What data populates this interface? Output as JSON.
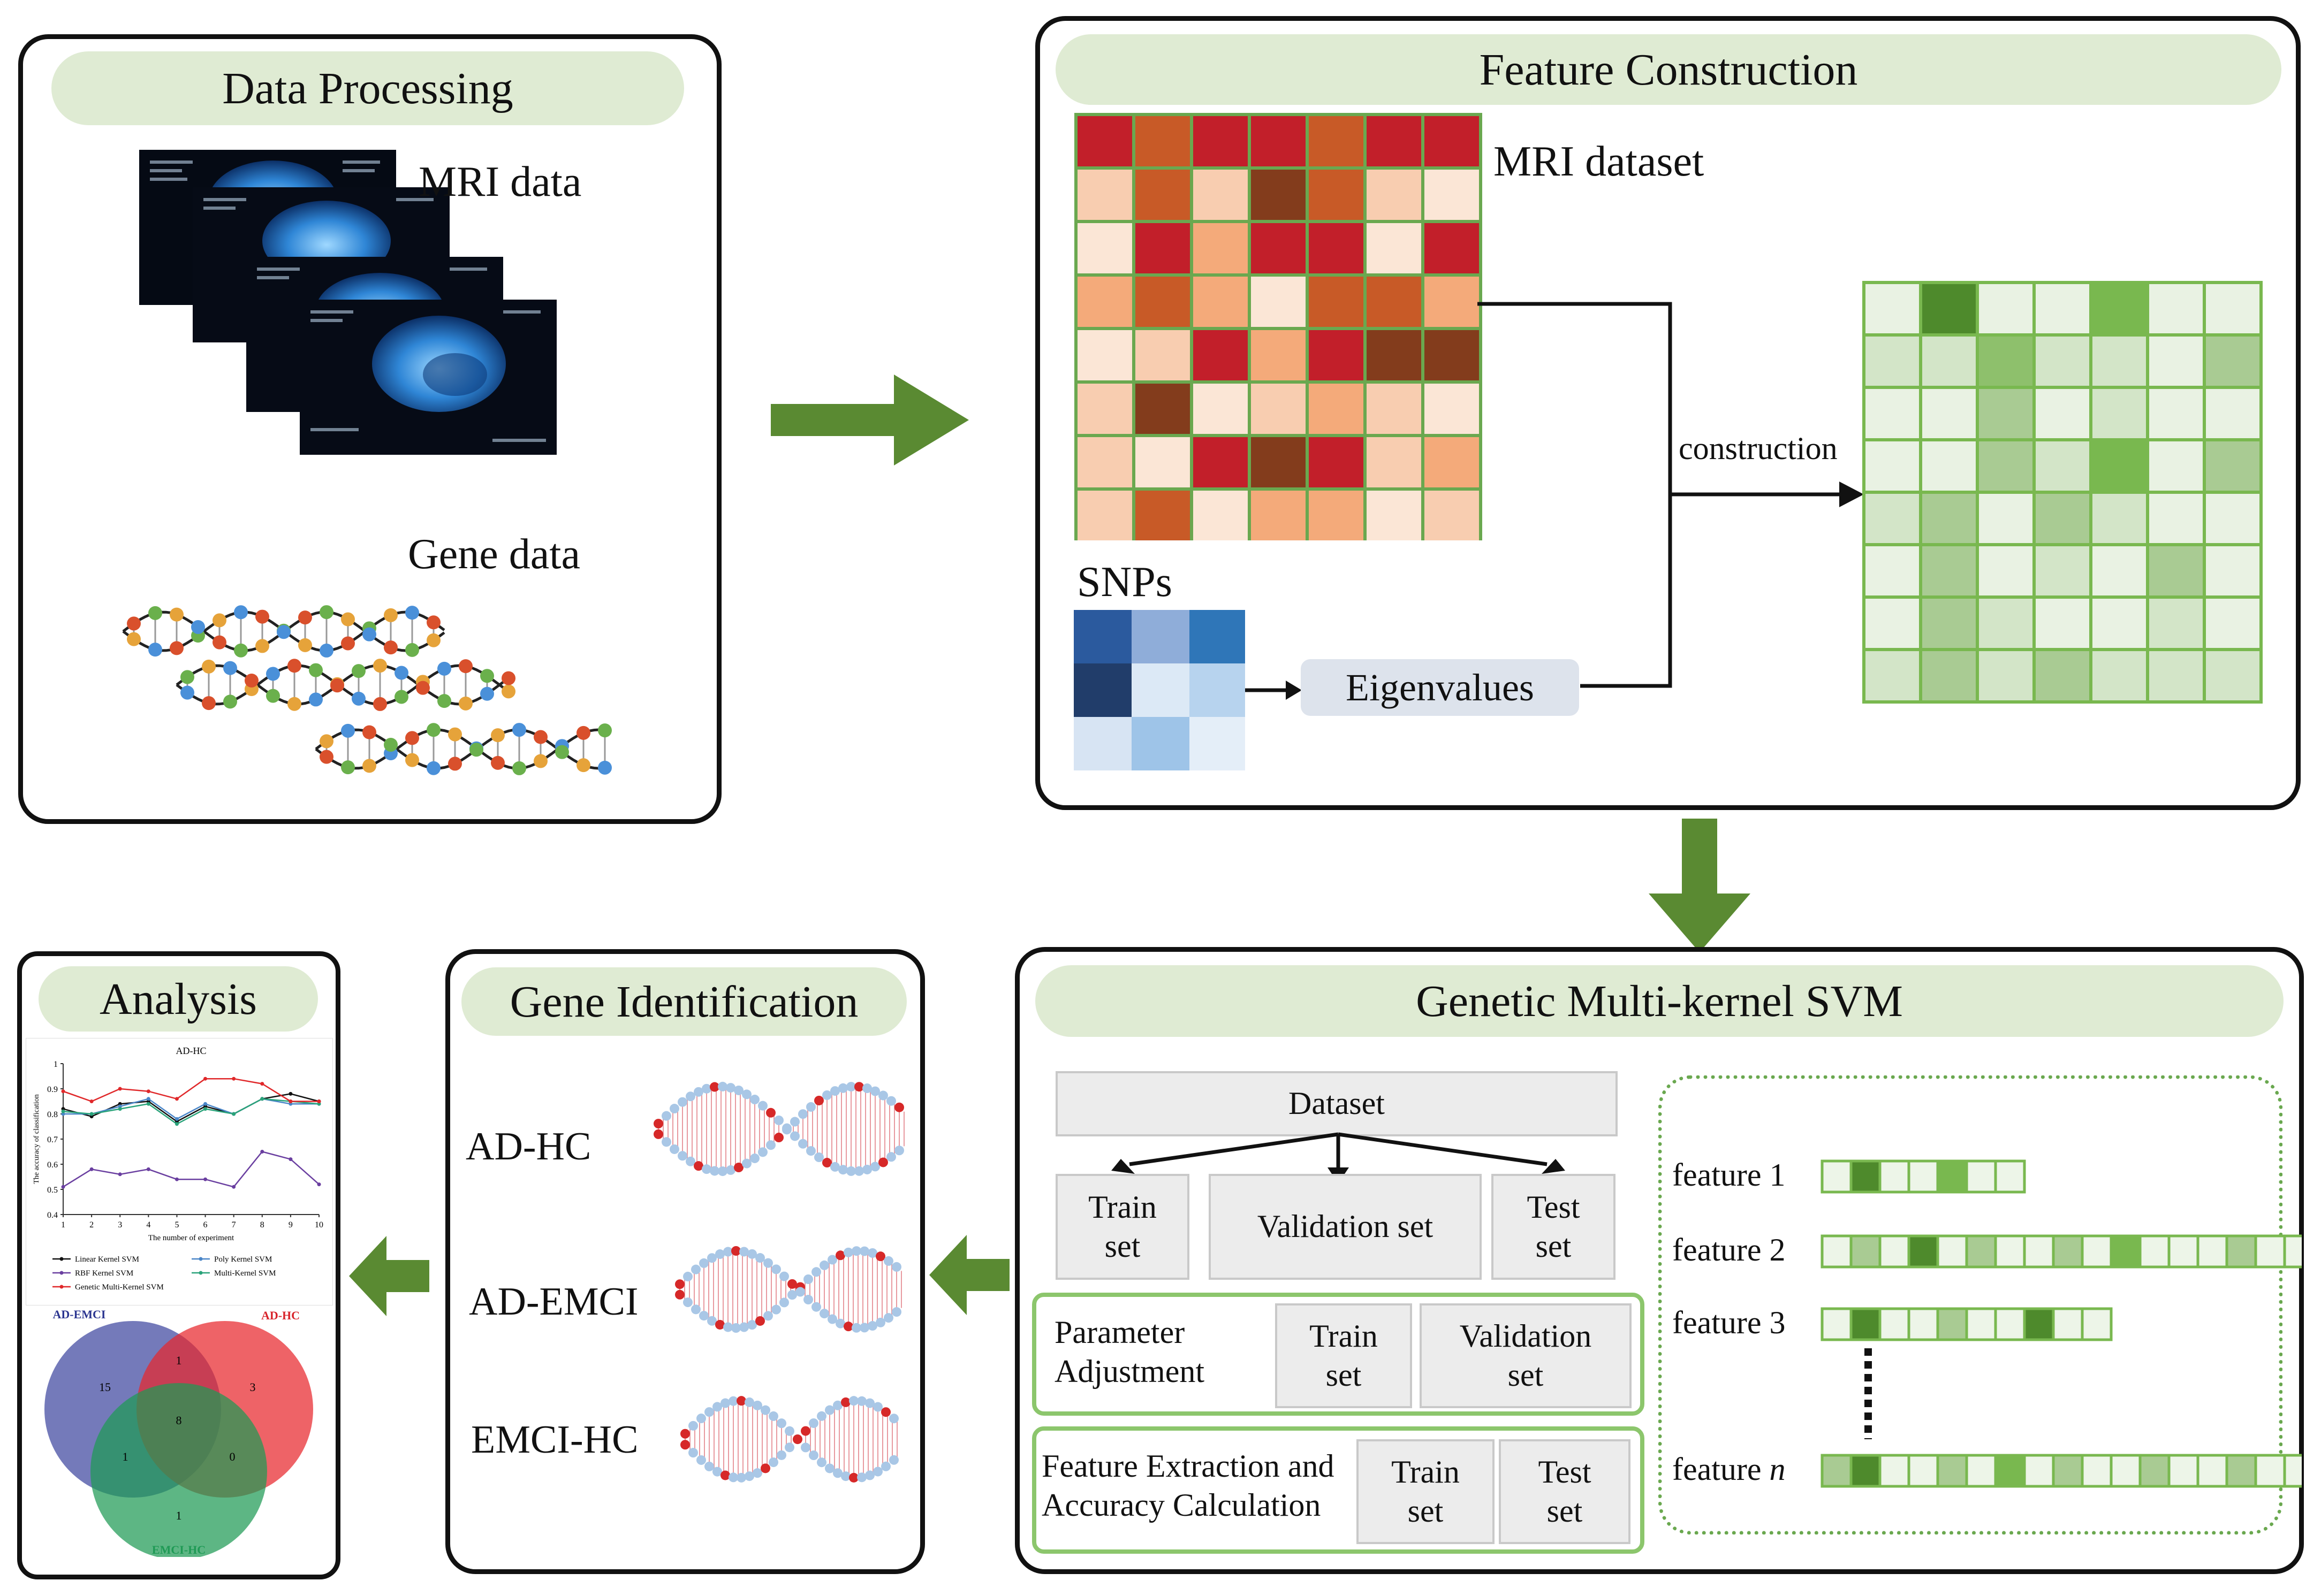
{
  "data_processing": {
    "title": "Data Processing",
    "mri_label": "MRI data",
    "gene_label": "Gene data"
  },
  "feature_construction": {
    "title": "Feature Construction",
    "mri_dataset_label": "MRI dataset",
    "snps_label": "SNPs",
    "eigenvalues_label": "Eigenvalues",
    "construction_label": "construction"
  },
  "svm": {
    "title": "Genetic Multi-kernel SVM",
    "dataset_label": "Dataset",
    "train_set": "Train\nset",
    "validation_set": "Validation set",
    "test_set": "Test\nset",
    "parameter_adjustment": "Parameter\nAdjustment",
    "pa_train": "Train\nset",
    "pa_validation": "Validation\nset",
    "feature_extraction": "Feature Extraction and\nAccuracy Calculation",
    "fe_train": "Train\nset",
    "fe_test": "Test\nset",
    "features": [
      {
        "prefix": "feature",
        "index": "1"
      },
      {
        "prefix": "feature",
        "index": "2"
      },
      {
        "prefix": "feature",
        "index": "3"
      },
      {
        "prefix": "feature",
        "index": "n"
      }
    ]
  },
  "gene_identification": {
    "title": "Gene Identification",
    "labels": [
      "AD-HC",
      "AD-EMCI",
      "EMCI-HC"
    ]
  },
  "analysis": {
    "title": "Analysis",
    "chart_title": "AD-HC",
    "ylabel": "The accuracy of classification",
    "xlabel": "The number of experiment",
    "legend": [
      "Linear Kernel SVM",
      "Poly Kernel SVM",
      "RBF Kernel SVM",
      "Multi-Kernel SVM",
      "Genetic Multi-Kernel SVM"
    ],
    "venn": {
      "left_label": "AD-EMCI",
      "right_label": "AD-HC",
      "bottom_label": "EMCI-HC",
      "regions": [
        "15",
        "1",
        "3",
        "1",
        "8",
        "0",
        "1"
      ]
    }
  },
  "colors": {
    "accent_green": "#5a8a32",
    "pill_green": "#dfebd3",
    "grid_green": "#79b84f",
    "mri_red": "#c21f2a",
    "snp_blue": "#2b5a9e"
  },
  "chart_data": {
    "type": "line",
    "title": "AD-HC",
    "xlabel": "The number of experiment",
    "ylabel": "The accuracy of classification",
    "x": [
      1,
      2,
      3,
      4,
      5,
      6,
      7,
      8,
      9,
      10
    ],
    "xlim": [
      1,
      10
    ],
    "ylim": [
      0.4,
      1.0
    ],
    "yticks": [
      "1",
      "0.9",
      "0.8",
      "0.7",
      "0.6",
      "0.5",
      "0.4"
    ],
    "xticks": [
      "1",
      "2",
      "3",
      "4",
      "5",
      "6",
      "7",
      "8",
      "9",
      "10"
    ],
    "series": [
      {
        "name": "Linear Kernel SVM",
        "color": "#111111",
        "values": [
          0.82,
          0.79,
          0.84,
          0.85,
          0.77,
          0.83,
          0.8,
          0.86,
          0.88,
          0.85
        ]
      },
      {
        "name": "Poly Kernel SVM",
        "color": "#4a86c8",
        "values": [
          0.8,
          0.8,
          0.83,
          0.86,
          0.78,
          0.84,
          0.8,
          0.86,
          0.84,
          0.84
        ]
      },
      {
        "name": "RBF Kernel SVM",
        "color": "#6a3fa0",
        "values": [
          0.51,
          0.58,
          0.56,
          0.58,
          0.54,
          0.54,
          0.51,
          0.65,
          0.62,
          0.52
        ]
      },
      {
        "name": "Multi-Kernel SVM",
        "color": "#2aa37a",
        "values": [
          0.81,
          0.8,
          0.82,
          0.84,
          0.76,
          0.82,
          0.8,
          0.86,
          0.85,
          0.84
        ]
      },
      {
        "name": "Genetic Multi-Kernel SVM",
        "color": "#e0282a",
        "values": [
          0.89,
          0.85,
          0.9,
          0.89,
          0.86,
          0.94,
          0.94,
          0.92,
          0.85,
          0.85
        ]
      }
    ]
  }
}
